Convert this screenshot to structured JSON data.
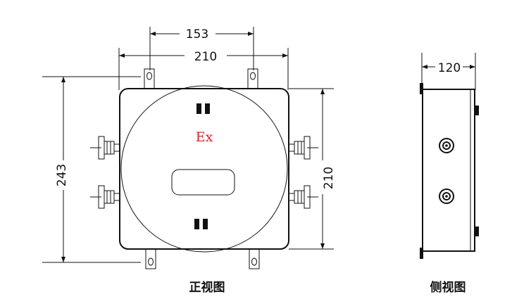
{
  "front_view": {
    "caption": "正视图",
    "marking": "Ex",
    "marking_color": "#d6262e",
    "dimensions": {
      "bolt_spacing": "153",
      "width": "210",
      "height_outer": "243",
      "height_body": "210"
    }
  },
  "side_view": {
    "caption": "侧视图",
    "dimensions": {
      "depth": "120"
    }
  }
}
